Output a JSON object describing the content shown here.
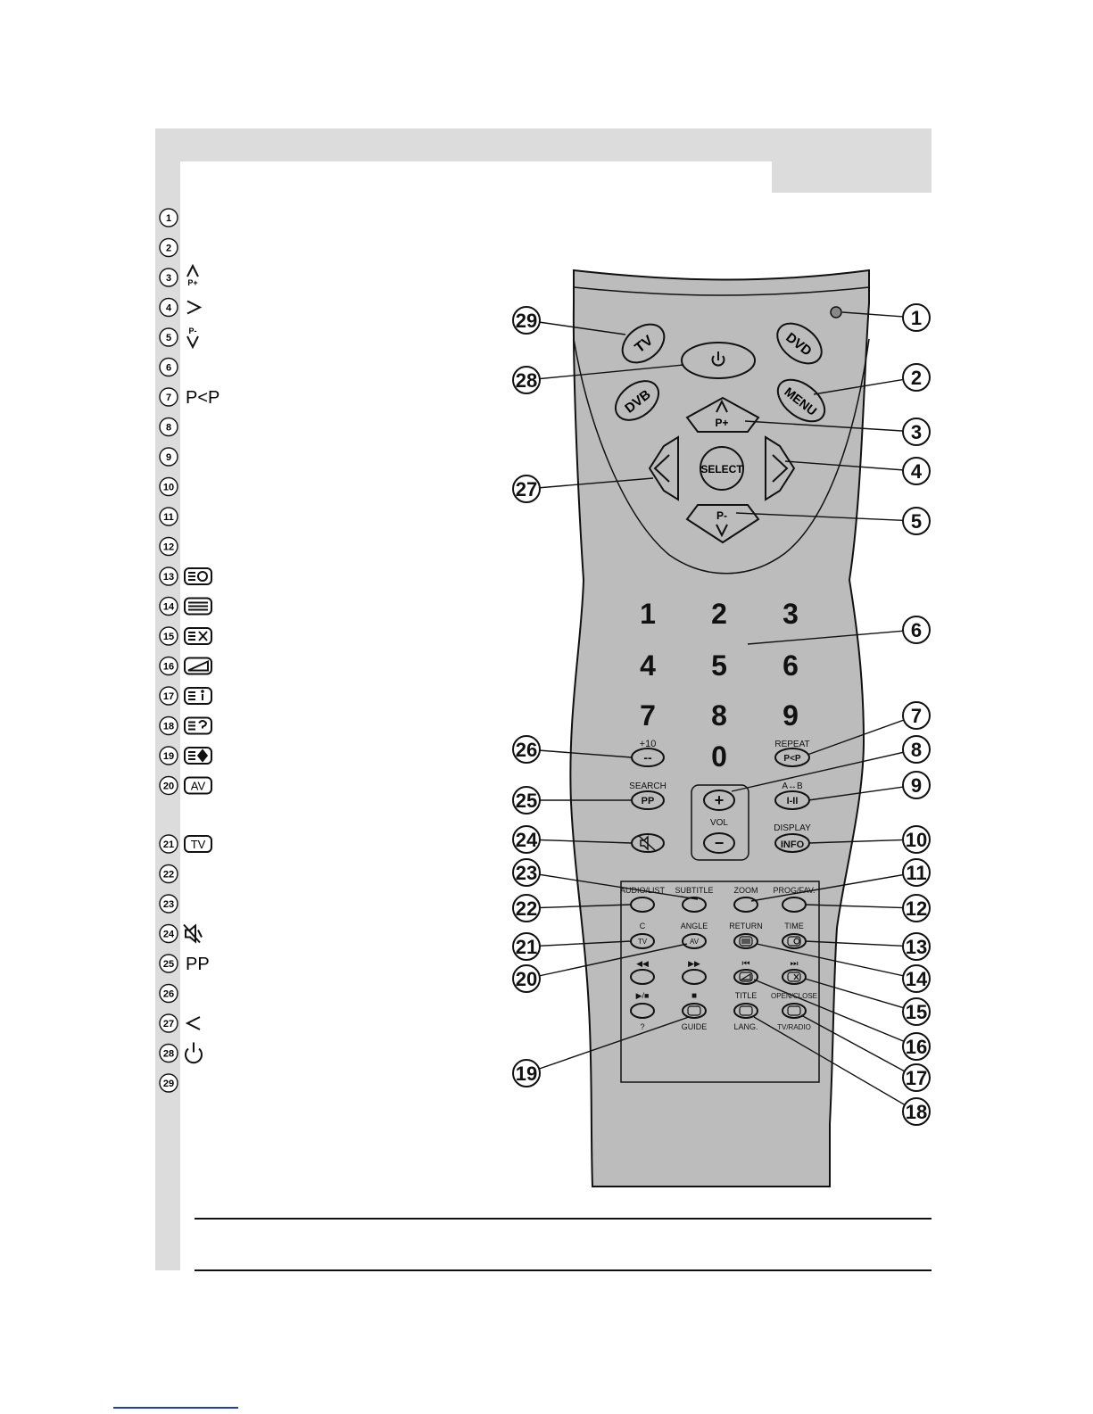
{
  "legend": {
    "numbers": [
      "1",
      "2",
      "3",
      "4",
      "5",
      "6",
      "7",
      "8",
      "9",
      "10",
      "11",
      "12",
      "13",
      "14",
      "15",
      "16",
      "17",
      "18",
      "19",
      "20",
      "21",
      "22",
      "23",
      "24",
      "25",
      "26",
      "27",
      "28",
      "29"
    ],
    "texts": {
      "7": "P<P",
      "25": "PP",
      "20": "AV",
      "21": "TV"
    }
  },
  "remote": {
    "top": {
      "tv": "TV",
      "dvd": "DVD",
      "dvb": "DVB",
      "menu": "MENU",
      "p_plus": "P+",
      "p_minus": "P-",
      "select": "SELECT"
    },
    "digits": [
      "1",
      "2",
      "3",
      "4",
      "5",
      "6",
      "7",
      "8",
      "9",
      "0"
    ],
    "labels": {
      "plus10": "+10",
      "dashes": "--",
      "repeat": "REPEAT",
      "pp_btn": "P<P",
      "search": "SEARCH",
      "pp": "PP",
      "ab": "A↔B",
      "i_ii": "I-II",
      "plus": "+",
      "vol": "VOL",
      "minus": "−",
      "display": "DISPLAY",
      "info": "INFO",
      "subtitle": "SUBTITLE",
      "zoom": "ZOOM",
      "audio_list": "AUDIO/LIST",
      "prog_fav": "PROG/FAV.",
      "c": "C",
      "angle": "ANGLE",
      "return": "RETURN",
      "time": "TIME",
      "tv_small": "TV",
      "av_small": "AV",
      "rew": "◀◀",
      "ffw": "▶▶",
      "prev": "⏮",
      "next": "⏭",
      "play_stop": "▶/■",
      "stop": "■",
      "title": "TITLE",
      "open_close": "OPEN/CLOSE",
      "question": "?",
      "guide": "GUIDE",
      "lang": "LANG.",
      "tv_radio": "TV/RADIO"
    }
  },
  "callouts": [
    "1",
    "2",
    "3",
    "4",
    "5",
    "6",
    "7",
    "8",
    "9",
    "10",
    "11",
    "12",
    "13",
    "14",
    "15",
    "16",
    "17",
    "18",
    "19",
    "20",
    "21",
    "22",
    "23",
    "24",
    "25",
    "26",
    "27",
    "28",
    "29"
  ],
  "colors": {
    "remote_fill": "#bcbcbc",
    "frame_gray": "#dcdcdc",
    "ink": "#111111",
    "link": "#1a3fd0"
  }
}
